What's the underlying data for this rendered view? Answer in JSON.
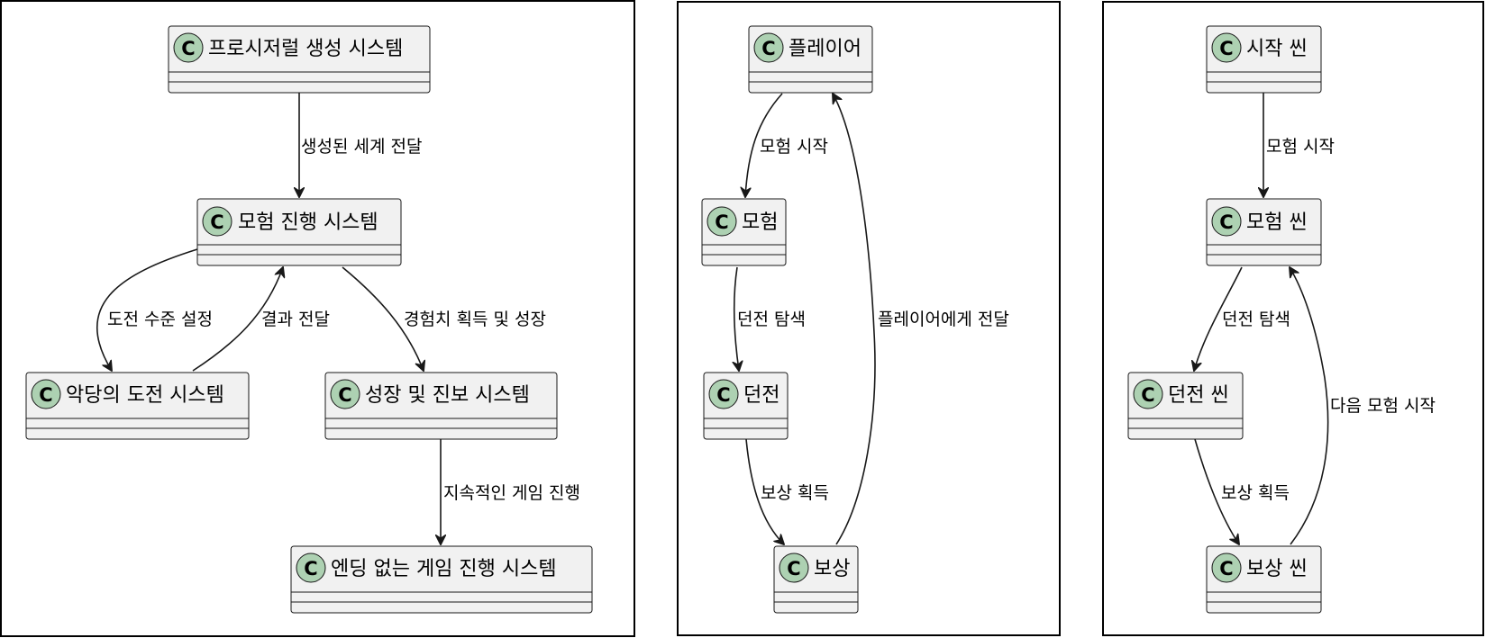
{
  "diagrams": [
    {
      "id": "diagram1",
      "classes": {
        "procgen": "프로시저럴 생성 시스템",
        "adventure": "모험 진행 시스템",
        "villain": "악당의 도전 시스템",
        "growth": "성장 및 진보 시스템",
        "endless": "엔딩 없는 게임 진행 시스템"
      },
      "edges": {
        "procgen_adventure": "생성된 세계 전달",
        "adventure_villain": "도전 수준 설정",
        "villain_adventure": "결과 전달",
        "adventure_growth": "경험치 획득 및 성장",
        "growth_endless": "지속적인 게임 진행"
      }
    },
    {
      "id": "diagram2",
      "classes": {
        "player": "플레이어",
        "adventure": "모험",
        "dungeon": "던전",
        "reward": "보상"
      },
      "edges": {
        "player_adventure": "모험 시작",
        "adventure_dungeon": "던전 탐색",
        "dungeon_reward": "보상 획득",
        "reward_player": "플레이어에게 전달"
      }
    },
    {
      "id": "diagram3",
      "classes": {
        "start": "시작 씬",
        "adventure": "모험 씬",
        "dungeon": "던전 씬",
        "reward": "보상 씬"
      },
      "edges": {
        "start_adventure": "모험 시작",
        "adventure_dungeon": "던전 탐색",
        "dungeon_reward": "보상 획득",
        "reward_adventure": "다음 모험 시작"
      }
    }
  ],
  "stereotype_letter": "C"
}
